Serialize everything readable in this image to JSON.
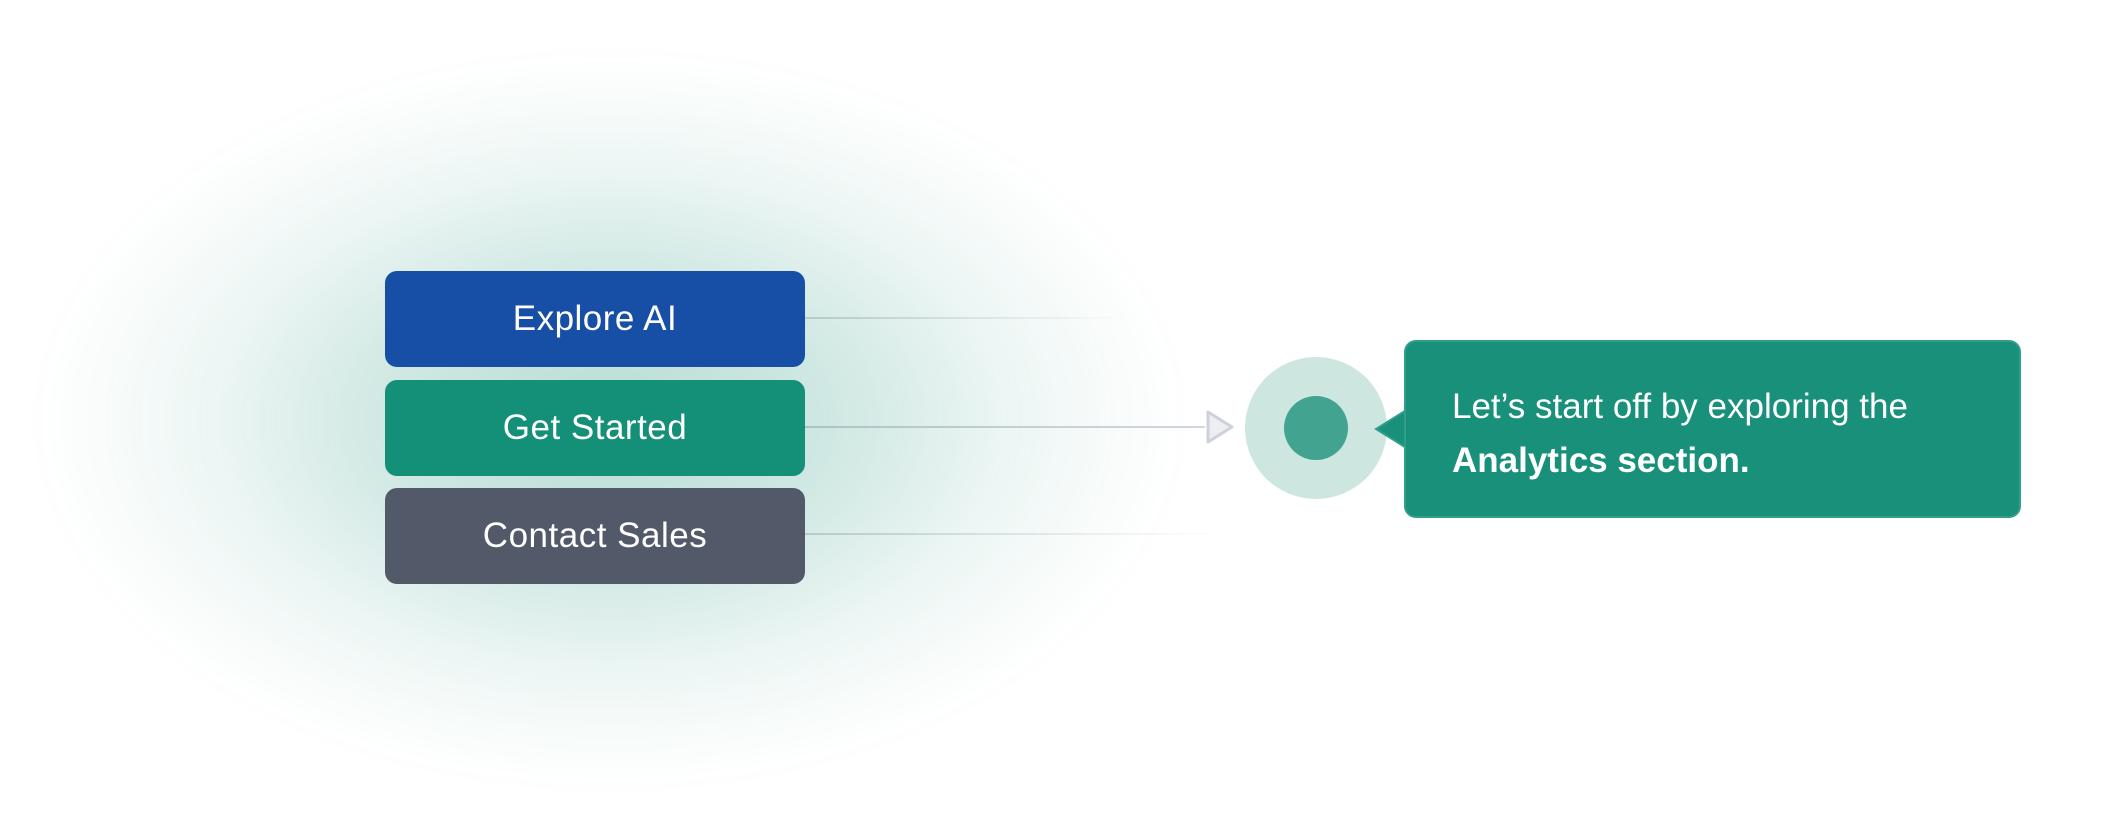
{
  "buttons": {
    "explore": {
      "label": "Explore AI",
      "color": "#174ea6"
    },
    "get_started": {
      "label": "Get Started",
      "color": "#148f78"
    },
    "contact_sales": {
      "label": "Contact Sales",
      "color": "#525a69"
    }
  },
  "hotspot": {
    "outer_color": "#cde6e0",
    "inner_color": "#41a390"
  },
  "tooltip": {
    "text_line1": "Let’s start off by exploring the",
    "text_line2_bold": "Analytics section.",
    "background": "#18907a"
  },
  "arrow": {
    "icon": "arrow-right-icon",
    "color": "#d9dce3"
  }
}
